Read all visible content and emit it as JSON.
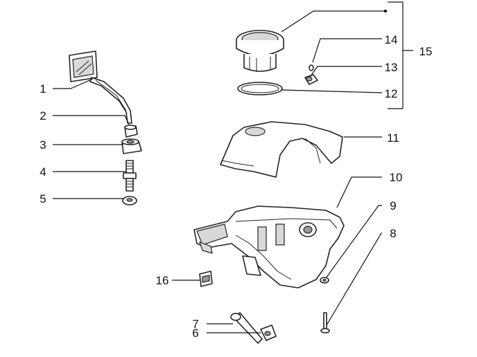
{
  "colors": {
    "line": "#111111",
    "background": "#ffffff"
  },
  "callouts": [
    {
      "key": "p1",
      "text": "1"
    },
    {
      "key": "p2",
      "text": "2"
    },
    {
      "key": "p3",
      "text": "3"
    },
    {
      "key": "p4",
      "text": "4"
    },
    {
      "key": "p5",
      "text": "5"
    },
    {
      "key": "p6",
      "text": "6"
    },
    {
      "key": "p7",
      "text": "7"
    },
    {
      "key": "p8",
      "text": "8"
    },
    {
      "key": "p9",
      "text": "9"
    },
    {
      "key": "p10",
      "text": "10"
    },
    {
      "key": "p11",
      "text": "11"
    },
    {
      "key": "p12",
      "text": "12"
    },
    {
      "key": "p13",
      "text": "13"
    },
    {
      "key": "p14",
      "text": "14"
    },
    {
      "key": "p15",
      "text": "15"
    },
    {
      "key": "p16",
      "text": "16"
    }
  ]
}
